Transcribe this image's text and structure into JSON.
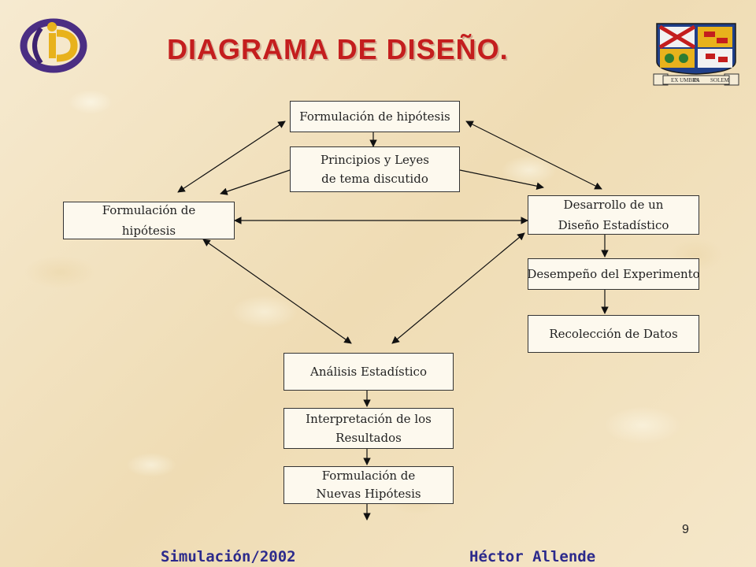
{
  "slide": {
    "title": "DIAGRAMA DE DISEÑO.",
    "page_number": "9",
    "footer_left": "Simulación/2002",
    "footer_right": "Héctor Allende"
  },
  "diagram": {
    "nodes": {
      "top_hypothesis": {
        "lines": [
          "Formulación de hipótesis"
        ]
      },
      "principles": {
        "lines": [
          "Principios y Leyes",
          "de tema discutido"
        ]
      },
      "left_hypothesis": {
        "lines": [
          "Formulación de",
          "hipótesis"
        ]
      },
      "design": {
        "lines": [
          "Desarrollo de un",
          "Diseño Estadístico"
        ]
      },
      "performance": {
        "lines": [
          "Desempeño del Experimento"
        ]
      },
      "collection": {
        "lines": [
          "Recolección de Datos"
        ]
      },
      "analysis": {
        "lines": [
          "Análisis Estadístico"
        ]
      },
      "interpretation": {
        "lines": [
          "Interpretación de los",
          "Resultados"
        ]
      },
      "new_hypotheses": {
        "lines": [
          "Formulación de",
          "Nuevas Hipótesis"
        ]
      }
    }
  },
  "logos": {
    "right_seal_motto_left": "EX UMBRA",
    "right_seal_motto_mid": "IN",
    "right_seal_motto_right": "SOLEM"
  },
  "colors": {
    "title": "#c41e1e",
    "footer": "#2c2a8c",
    "box_border": "#333333",
    "arrow": "#111111"
  }
}
